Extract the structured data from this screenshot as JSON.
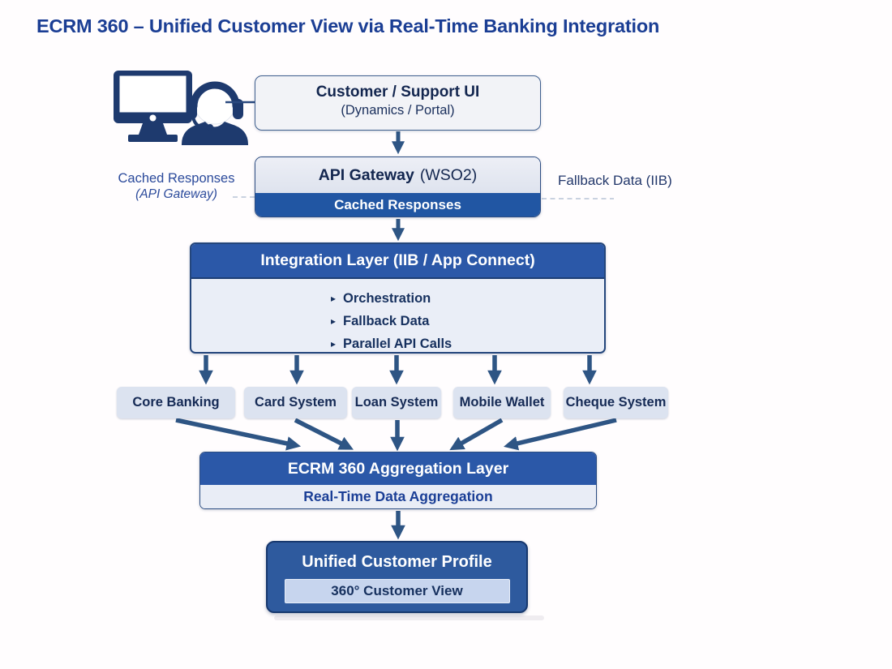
{
  "title": "ECRM 360 – Unified Customer View via Real-Time Banking Integration",
  "nodes": {
    "customer_ui": {
      "title": "Customer / Support UI",
      "subtitle": "(Dynamics / Portal)"
    },
    "api_gateway": {
      "name": "API Gateway",
      "tech": "(WSO2)",
      "band": "Cached Responses"
    },
    "left_note": {
      "line1": "Cached Responses",
      "line2": "(API Gateway)"
    },
    "right_note": "Fallback Data (IIB)",
    "integration": {
      "header": "Integration Layer (IIB / App Connect)",
      "bullet_glyph": "▸",
      "bullets": [
        "Orchestration",
        "Fallback Data",
        "Parallel API Calls"
      ]
    },
    "systems": [
      "Core Banking",
      "Card System",
      "Loan System",
      "Mobile Wallet",
      "Cheque System"
    ],
    "aggregation": {
      "header": "ECRM 360 Aggregation Layer",
      "subtitle": "Real-Time Data Aggregation"
    },
    "profile": {
      "title": "Unified Customer Profile",
      "inner": "360° Customer View"
    }
  },
  "colors": {
    "title_blue": "#1b3e94",
    "band_blue": "#2156a3",
    "header_blue": "#2b58a8",
    "profile_blue": "#2e5a9e",
    "navy_text": "#142a57",
    "arrow_steel": "#2e5584",
    "light_panel": "#e9edf6",
    "system_fill": "#dce3f0",
    "inner_badge_fill": "#c7d5ee",
    "icon_navy": "#1e3a6e",
    "dashed_line": "#b7c3d6"
  }
}
